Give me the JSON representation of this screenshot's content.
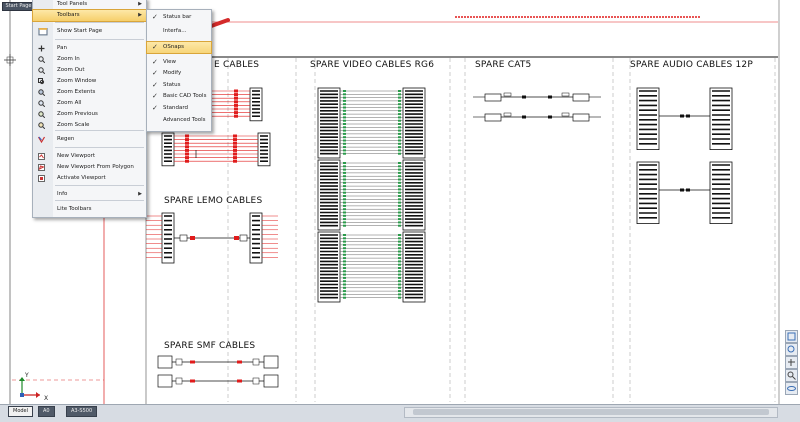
{
  "app": {
    "start_tab_label": "Start Page"
  },
  "main_menu": {
    "items": [
      {
        "label": "Tool Panels",
        "submenu": true,
        "icon": ""
      },
      {
        "label": "Toolbars",
        "submenu": true,
        "icon": "",
        "highlighted": true
      },
      {
        "label": "Show Start Page",
        "icon": "window-icon"
      },
      {
        "label": "Pan",
        "icon": "pan-icon"
      },
      {
        "label": "Zoom In",
        "icon": "zoom-in-icon"
      },
      {
        "label": "Zoom Out",
        "icon": "zoom-out-icon"
      },
      {
        "label": "Zoom Window",
        "icon": "zoom-window-icon"
      },
      {
        "label": "Zoom Extents",
        "icon": "zoom-extents-icon"
      },
      {
        "label": "Zoom All",
        "icon": "zoom-all-icon"
      },
      {
        "label": "Zoom Previous",
        "icon": "zoom-previous-icon"
      },
      {
        "label": "Zoom Scale",
        "icon": "zoom-scale-icon"
      },
      {
        "label": "Regen",
        "icon": "regen-icon"
      },
      {
        "label": "New Viewport",
        "icon": "viewport-icon"
      },
      {
        "label": "New Viewport From Polygon",
        "icon": "viewport-polygon-icon"
      },
      {
        "label": "Activate Viewport",
        "icon": "activate-viewport-icon"
      },
      {
        "label": "Info",
        "submenu": true,
        "icon": ""
      },
      {
        "label": "Lite Toolbars",
        "icon": ""
      }
    ]
  },
  "toolbars_menu": {
    "items": [
      {
        "label": "Status bar",
        "checked": true
      },
      {
        "label": "Interfa...",
        "checked": false
      },
      {
        "label": "OSnaps",
        "checked": true,
        "highlighted": true
      },
      {
        "label": "View",
        "checked": true
      },
      {
        "label": "Modify",
        "checked": true
      },
      {
        "label": "Status",
        "checked": true
      },
      {
        "label": "Basic CAD Tools",
        "checked": true
      },
      {
        "label": "Standard",
        "checked": true
      },
      {
        "label": "Advanced Tools",
        "checked": false
      }
    ]
  },
  "drawing": {
    "headings": {
      "partial": "E CABLES",
      "video": "SPARE VIDEO CABLES RG6",
      "cat5": "SPARE CAT5",
      "audio": "SPARE AUDIO CABLES 12P",
      "lemo": "SPARE LEMO CABLES",
      "smf": "SPARE SMF CABLES"
    },
    "ucs": {
      "x_label": "X",
      "y_label": "Y"
    }
  },
  "layout_tabs": [
    {
      "label": "Model",
      "active": true
    },
    {
      "label": "A0",
      "active": false
    },
    {
      "label": "A3-S500",
      "active": false
    }
  ],
  "colors": {
    "accent_red": "#e01b1b",
    "arrow_red": "#d42a2a",
    "menu_highlight": "#f6cf6b",
    "cad_line": "#111111"
  }
}
